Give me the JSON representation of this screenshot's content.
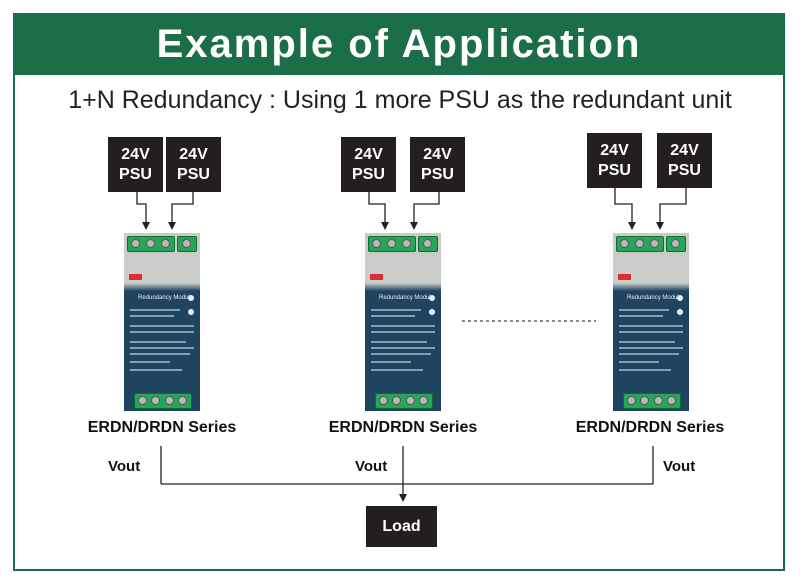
{
  "title": "Example of Application",
  "subtitle": "1+N Redundancy : Using 1 more PSU as the redundant unit",
  "psu_label_line1": "24V",
  "psu_label_line2": "PSU",
  "module_label": "ERDN/DRDN Series",
  "module_panel_title": "Redundancy Module",
  "vout_label": "Vout",
  "load_label": "Load",
  "colors": {
    "banner": "#1c6e48",
    "block": "#231f20",
    "module": "#1f4460",
    "terminal": "#28a558"
  }
}
